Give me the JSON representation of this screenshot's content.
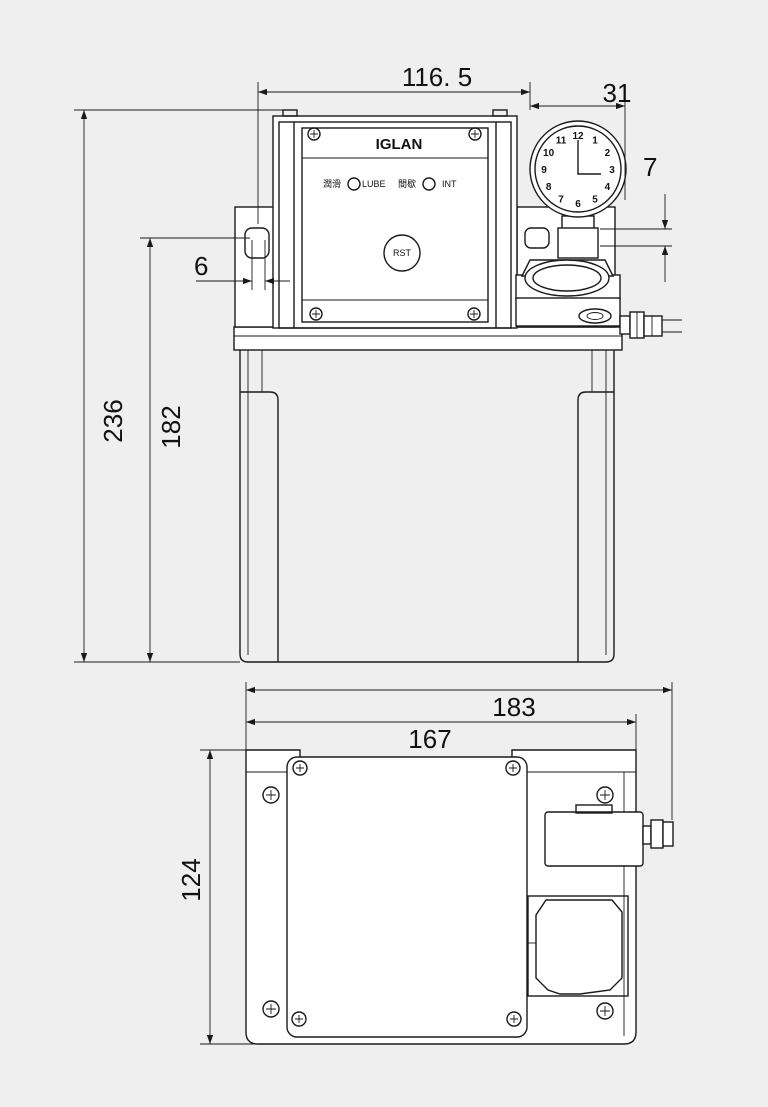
{
  "dimensions": {
    "top_width": "116. 5",
    "gauge_width": "31",
    "gauge_offset": "7",
    "slot_width": "6",
    "total_height": "236",
    "tank_height": "182",
    "total_width": "183",
    "base_width": "167",
    "depth": "124"
  },
  "panel": {
    "brand": "IGLAN",
    "lube_cn": "潤滑",
    "lube_en": "LUBE",
    "int_cn": "間歇",
    "int_en": "INT",
    "reset_label": "RST"
  },
  "gauge": {
    "numbers": [
      "1",
      "2",
      "3",
      "4",
      "5",
      "6",
      "7",
      "8",
      "9",
      "10",
      "11",
      "12"
    ]
  },
  "colors": {
    "background": "#efefef",
    "line": "#1a1a1a",
    "fill": "#ffffff"
  }
}
